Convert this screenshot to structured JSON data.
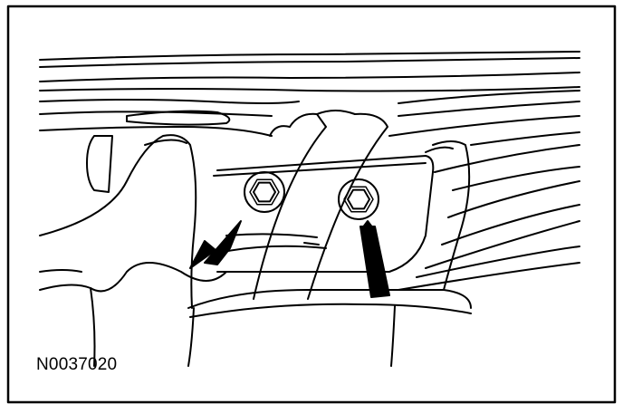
{
  "figure": {
    "label": "N0037020",
    "colors": {
      "ink": "#000000",
      "paper": "#ffffff"
    },
    "callouts": [
      {
        "name": "bolt-left",
        "icon": "hex-bolt-icon"
      },
      {
        "name": "bolt-right",
        "icon": "hex-bolt-icon"
      }
    ]
  }
}
